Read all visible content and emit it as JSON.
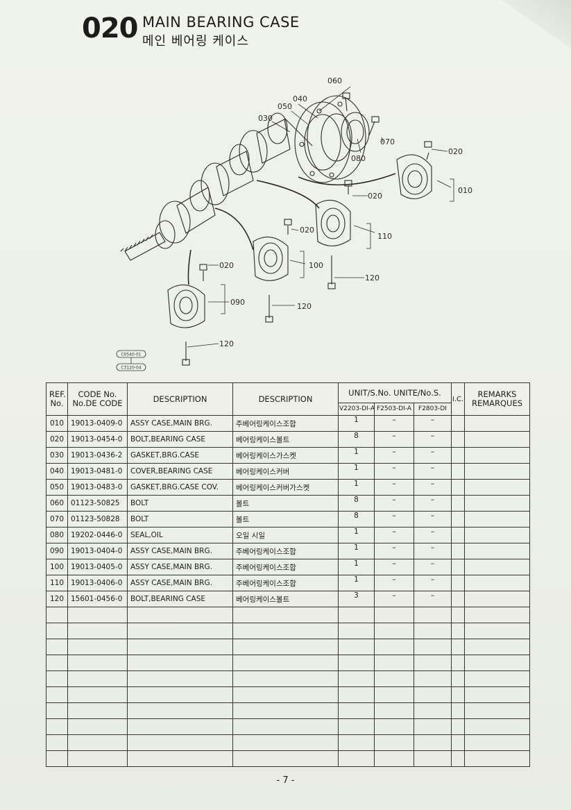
{
  "header": {
    "section_no": "020",
    "title_en": "MAIN BEARING CASE",
    "title_ko": "메인 베어링 케이스"
  },
  "diagram": {
    "callouts": [
      "060",
      "040",
      "050",
      "030",
      "070",
      "080",
      "020",
      "010",
      "020",
      "110",
      "020",
      "100",
      "120",
      "020",
      "090",
      "120",
      "120"
    ],
    "stamps": [
      "C0540-01",
      "C3120-04"
    ]
  },
  "table": {
    "headers": {
      "ref": "REF. No.",
      "code": "CODE No. No.DE CODE",
      "desc_en": "DESCRIPTION",
      "desc_local": "DESCRIPTION",
      "unit": "UNIT/S.No. UNITE/No.S.",
      "ic": "I.C.",
      "remarks": "REMARKS REMARQUES",
      "units": [
        "V2203-DI-A",
        "F2503-DI-A",
        "F2803-DI"
      ]
    },
    "rows": [
      {
        "ref": "010",
        "code": "19013-0409-0",
        "desc_en": "ASSY CASE,MAIN BRG.",
        "desc_ko": "주베어링케이스조합",
        "q1": "1",
        "q2": "–",
        "q3": "–"
      },
      {
        "ref": "020",
        "code": "19013-0454-0",
        "desc_en": "BOLT,BEARING CASE",
        "desc_ko": "베어링케이스볼트",
        "q1": "8",
        "q2": "–",
        "q3": "–"
      },
      {
        "ref": "030",
        "code": "19013-0436-2",
        "desc_en": "GASKET,BRG.CASE",
        "desc_ko": "베어링케이스가스켓",
        "q1": "1",
        "q2": "–",
        "q3": "–"
      },
      {
        "ref": "040",
        "code": "19013-0481-0",
        "desc_en": "COVER,BEARING CASE",
        "desc_ko": "베어링케이스커버",
        "q1": "1",
        "q2": "–",
        "q3": "–"
      },
      {
        "ref": "050",
        "code": "19013-0483-0",
        "desc_en": "GASKET,BRG.CASE COV.",
        "desc_ko": "베어링케이스커버가스켓",
        "q1": "1",
        "q2": "–",
        "q3": "–"
      },
      {
        "ref": "060",
        "code": "01123-50825",
        "desc_en": "BOLT",
        "desc_ko": "볼트",
        "q1": "8",
        "q2": "–",
        "q3": "–"
      },
      {
        "ref": "070",
        "code": "01123-50828",
        "desc_en": "BOLT",
        "desc_ko": "볼트",
        "q1": "8",
        "q2": "–",
        "q3": "–"
      },
      {
        "ref": "080",
        "code": "19202-0446-0",
        "desc_en": "SEAL,OIL",
        "desc_ko": "오일 시일",
        "q1": "1",
        "q2": "–",
        "q3": "–"
      },
      {
        "ref": "090",
        "code": "19013-0404-0",
        "desc_en": "ASSY CASE,MAIN BRG.",
        "desc_ko": "주베어링케이스조합",
        "q1": "1",
        "q2": "–",
        "q3": "–"
      },
      {
        "ref": "100",
        "code": "19013-0405-0",
        "desc_en": "ASSY CASE,MAIN BRG.",
        "desc_ko": "주베어링케이스조합",
        "q1": "1",
        "q2": "–",
        "q3": "–"
      },
      {
        "ref": "110",
        "code": "19013-0406-0",
        "desc_en": "ASSY CASE,MAIN BRG.",
        "desc_ko": "주베어링케이스조합",
        "q1": "1",
        "q2": "–",
        "q3": "–"
      },
      {
        "ref": "120",
        "code": "15601-0456-0",
        "desc_en": "BOLT,BEARING CASE",
        "desc_ko": "베어링케이스볼트",
        "q1": "3",
        "q2": "–",
        "q3": "–"
      }
    ]
  },
  "footer": {
    "page": "- 7 -"
  }
}
